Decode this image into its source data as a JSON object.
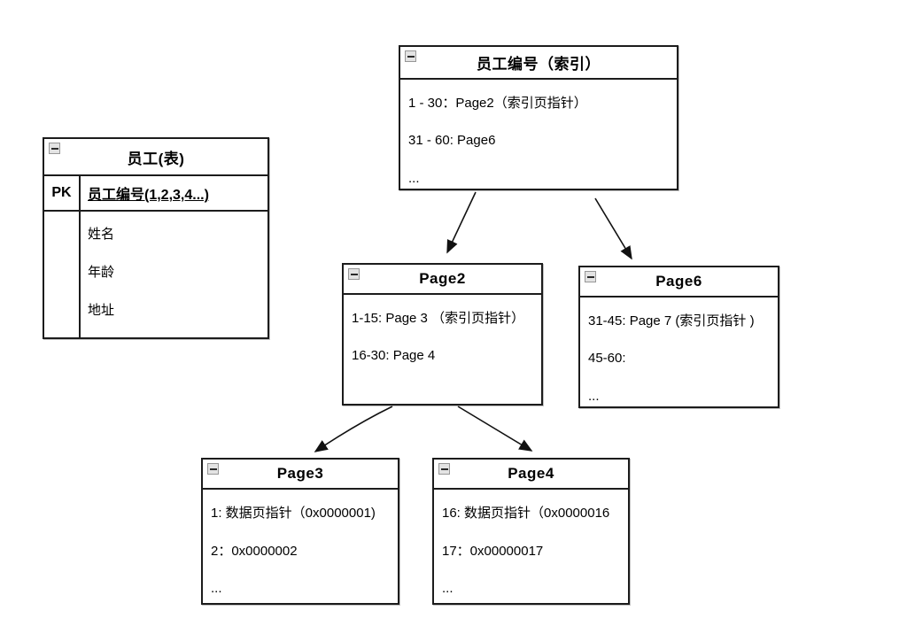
{
  "colors": {
    "background": "#ffffff",
    "box_border": "#1c1c1c",
    "text": "#000000",
    "collapse_icon_bg": "#e3e3e3",
    "collapse_icon_border": "#979797"
  },
  "icons": {
    "collapse": "minus-square"
  },
  "boxes": {
    "index": {
      "title": "员工编号（索引）",
      "lines": [
        "1 - 30：Page2（索引页指针）",
        "31 - 60: Page6",
        "..."
      ]
    },
    "employee": {
      "title": "员工(表)",
      "pk_label": "PK",
      "pk_field": "员工编号(1,2,3,4...)",
      "fields": [
        "姓名",
        "年龄",
        "地址"
      ]
    },
    "page2": {
      "title": "Page2",
      "lines": [
        "1-15: Page 3 （索引页指针）",
        "16-30: Page 4"
      ]
    },
    "page6": {
      "title": "Page6",
      "lines": [
        "31-45: Page 7 (索引页指针 )",
        "45-60:",
        "..."
      ]
    },
    "page3": {
      "title": "Page3",
      "lines": [
        "1: 数据页指针（0x0000001)",
        "2：0x0000002",
        "..."
      ]
    },
    "page4": {
      "title": "Page4",
      "lines": [
        "16: 数据页指针（0x0000016",
        "17：0x00000017",
        "..."
      ]
    }
  }
}
